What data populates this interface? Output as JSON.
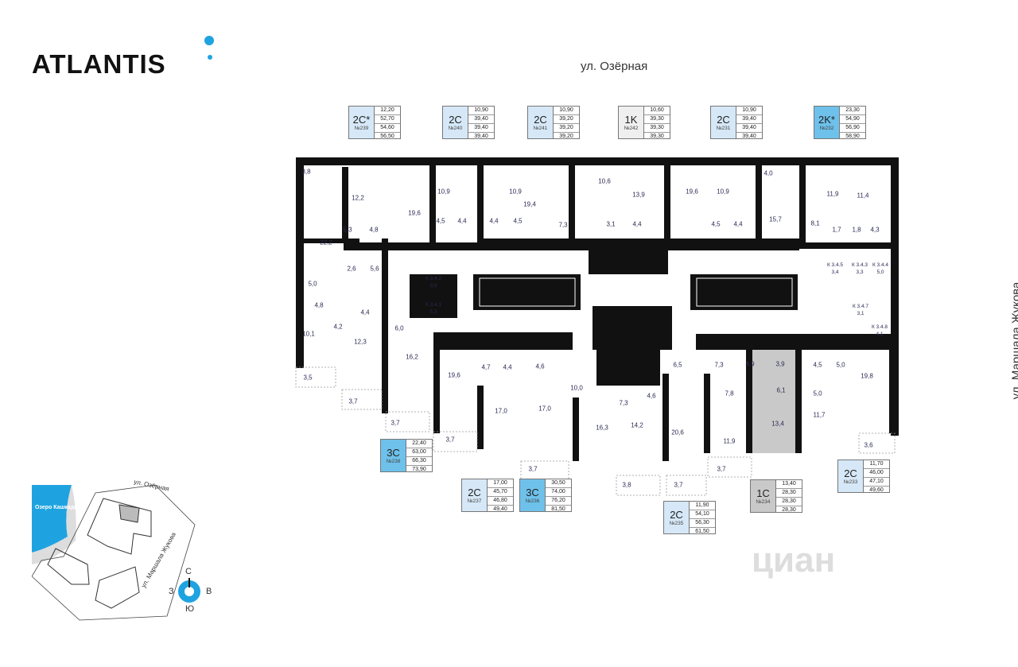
{
  "brand": {
    "name": "ATLANTIS",
    "accent": "#1fa3e0"
  },
  "streets": {
    "top": "ул. Озёрная",
    "right": "ул. Маршала Жукова"
  },
  "apartments": [
    {
      "type": "2C*",
      "number": "№239",
      "areas": [
        "12,20",
        "52,70",
        "54,60",
        "56,50"
      ],
      "color": "#d6e8f7"
    },
    {
      "type": "2C",
      "number": "№240",
      "areas": [
        "10,90",
        "39,40",
        "39,40",
        "39,40"
      ],
      "color": "#d6e8f7"
    },
    {
      "type": "2C",
      "number": "№241",
      "areas": [
        "10,90",
        "39,20",
        "39,20",
        "39,20"
      ],
      "color": "#d6e8f7"
    },
    {
      "type": "1K",
      "number": "№242",
      "areas": [
        "10,60",
        "39,30",
        "39,30",
        "39,30"
      ],
      "color": "#efefef"
    },
    {
      "type": "2C",
      "number": "№231",
      "areas": [
        "10,90",
        "39,40",
        "39,40",
        "39,40"
      ],
      "color": "#d6e8f7"
    },
    {
      "type": "2K*",
      "number": "№232",
      "areas": [
        "23,30",
        "54,90",
        "56,90",
        "58,90"
      ],
      "color": "#6ec1ea"
    },
    {
      "type": "3C",
      "number": "№238",
      "areas": [
        "22,40",
        "63,00",
        "66,30",
        "73,90"
      ],
      "color": "#6ec1ea"
    },
    {
      "type": "2C",
      "number": "№237",
      "areas": [
        "17,00",
        "45,70",
        "46,80",
        "49,40"
      ],
      "color": "#d6e8f7"
    },
    {
      "type": "3C",
      "number": "№236",
      "areas": [
        "30,50",
        "74,00",
        "76,20",
        "81,50"
      ],
      "color": "#6ec1ea"
    },
    {
      "type": "2C",
      "number": "№235",
      "areas": [
        "11,90",
        "54,10",
        "56,30",
        "61,50"
      ],
      "color": "#d6e8f7"
    },
    {
      "type": "1C",
      "number": "№234",
      "areas": [
        "13,40",
        "28,30",
        "28,30",
        "28,30"
      ],
      "color": "#c9c9c9"
    },
    {
      "type": "2C",
      "number": "№233",
      "areas": [
        "11,70",
        "46,00",
        "47,10",
        "49,60"
      ],
      "color": "#d6e8f7"
    }
  ],
  "rooms": [
    "3,8",
    "12,2",
    "19,6",
    "10,9",
    "10,9",
    "19,4",
    "10,6",
    "13,9",
    "19,6",
    "10,9",
    "4,0",
    "15,7",
    "11,9",
    "11,4",
    "4,5",
    "4,4",
    "4,4",
    "4,5",
    "7,3",
    "3,1",
    "4,4",
    "4,5",
    "4,4",
    "8,1",
    "1,7",
    "1,8",
    "4,3",
    "5,3",
    "4,8",
    "22,2",
    "2,6",
    "5,6",
    "5,0",
    "4,8",
    "4,4",
    "4,2",
    "6,0",
    "10,1",
    "12,3",
    "16,2",
    "19,6",
    "4,7",
    "4,4",
    "4,6",
    "10,0",
    "17,0",
    "17,0",
    "16,3",
    "7,3",
    "4,6",
    "14,2",
    "20,6",
    "6,5",
    "7,3",
    "4,9",
    "3,9",
    "6,1",
    "13,4",
    "7,8",
    "11,9",
    "4,5",
    "5,0",
    "19,8",
    "5,0",
    "11,7",
    "3,5",
    "3,7",
    "3,7",
    "3,7",
    "3,7",
    "3,8",
    "3,7",
    "3,7",
    "3,6"
  ],
  "storage": [
    {
      "code": "К 3.4.2",
      "area": "3,9"
    },
    {
      "code": "К 3.4.1",
      "area": "5,3"
    },
    {
      "code": "К 3.4.5",
      "area": "3,4"
    },
    {
      "code": "К 3.4.3",
      "area": "3,3"
    },
    {
      "code": "К 3.4.4",
      "area": "5,0"
    },
    {
      "code": "К 3.4.7",
      "area": "3,1"
    },
    {
      "code": "К 3.4.8",
      "area": "4,1"
    }
  ],
  "site_map": {
    "lake": "Озеро Кашкадан",
    "street_top": "ул. Озёрная",
    "street_side": "ул. Маршала Жукова"
  },
  "compass": {
    "n": "С",
    "s": "Ю",
    "w": "З",
    "e": "В"
  },
  "watermark": "циан"
}
